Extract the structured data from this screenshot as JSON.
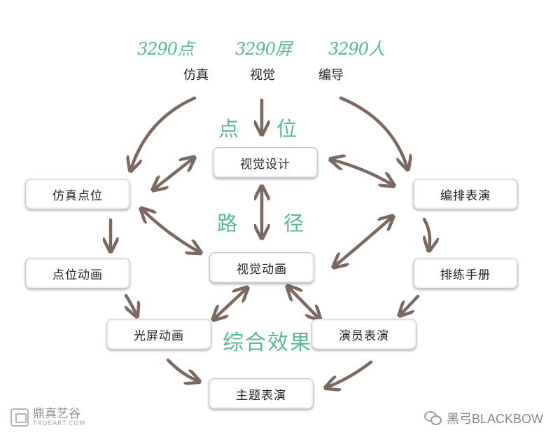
{
  "top": {
    "counts": [
      "3290点",
      "3290屏",
      "3290人"
    ],
    "labels": [
      "仿真",
      "视觉",
      "编导"
    ]
  },
  "nodes": {
    "visual_design": "视觉设计",
    "sim_points": "仿真点位",
    "choreo": "编排表演",
    "point_anim": "点位动画",
    "visual_anim": "视觉动画",
    "rehearsal_book": "排练手册",
    "screen_anim": "光屏动画",
    "performer": "演员表演",
    "theme_show": "主题表演"
  },
  "handwriting": {
    "dian": "点",
    "wei": "位",
    "lu": "路",
    "jing": "径",
    "combined": "综合效果"
  },
  "watermarks": {
    "left_main": "鼎真艺谷",
    "left_sub": "TRUEART.COM",
    "right": "黑弓BLACKBOW"
  },
  "colors": {
    "arrow": "#7b6861",
    "handwriting": "#5ab996"
  }
}
